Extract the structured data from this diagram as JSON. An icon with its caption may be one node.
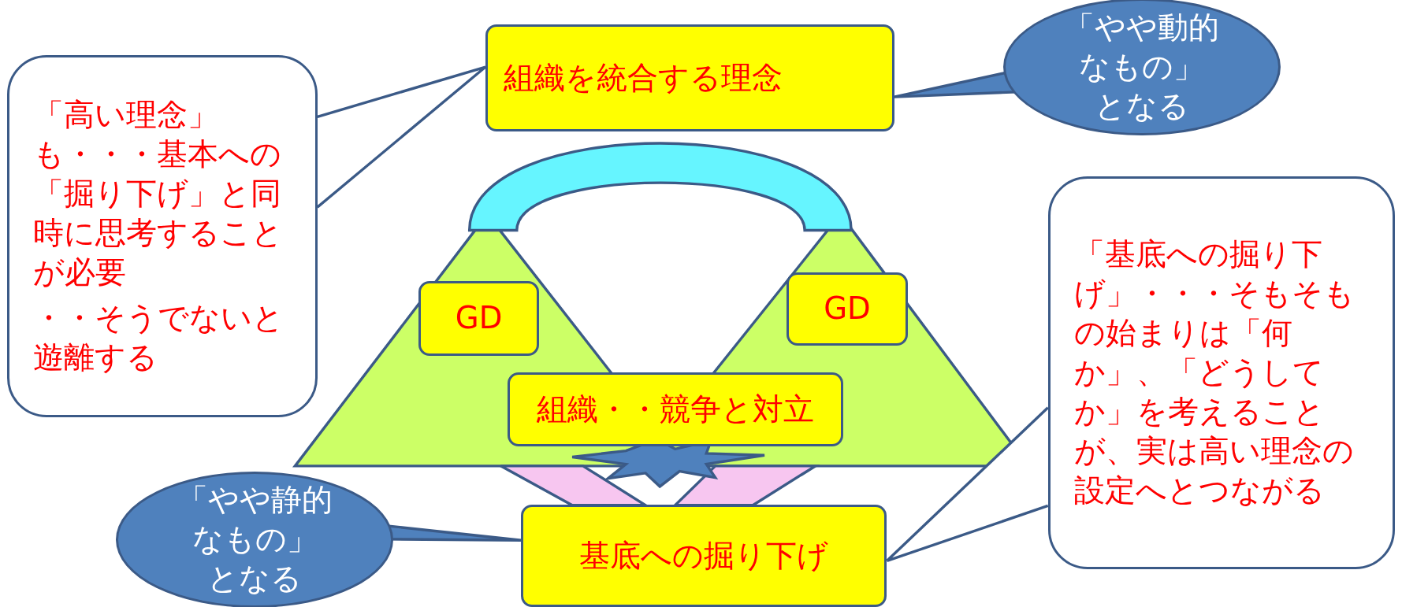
{
  "diagram": {
    "nodes": [
      {
        "text": [
          "組織を統合する理念"
        ]
      },
      {
        "text": [
          "「高い理念」も・・・基本への「掘り下げ」と同時に思考することが必要",
          "・・そうでないと遊離する"
        ]
      },
      {
        "text": [
          "「やや動的なもの」となる"
        ]
      },
      {
        "text": [
          "GD"
        ]
      },
      {
        "text": [
          "GD"
        ]
      },
      {
        "text": [
          "組織・・競争と対立"
        ]
      },
      {
        "text": [
          "基底への掘り下げ"
        ]
      },
      {
        "text": [
          "「やや静的なもの」となる"
        ]
      },
      {
        "text": [
          "「基底への掘り下げ」・・・そもそもの始まりは「何か」、「どうしてか」を考えることが、実は高い理念の設定へとつながる"
        ]
      }
    ],
    "edges": [
      {
        "from": 1,
        "to": 0,
        "arrow": "none"
      },
      {
        "from": 2,
        "to": 0,
        "arrow": "none"
      },
      {
        "from": 7,
        "to": 6,
        "arrow": "none"
      },
      {
        "from": 8,
        "to": 6,
        "arrow": "none"
      }
    ]
  }
}
